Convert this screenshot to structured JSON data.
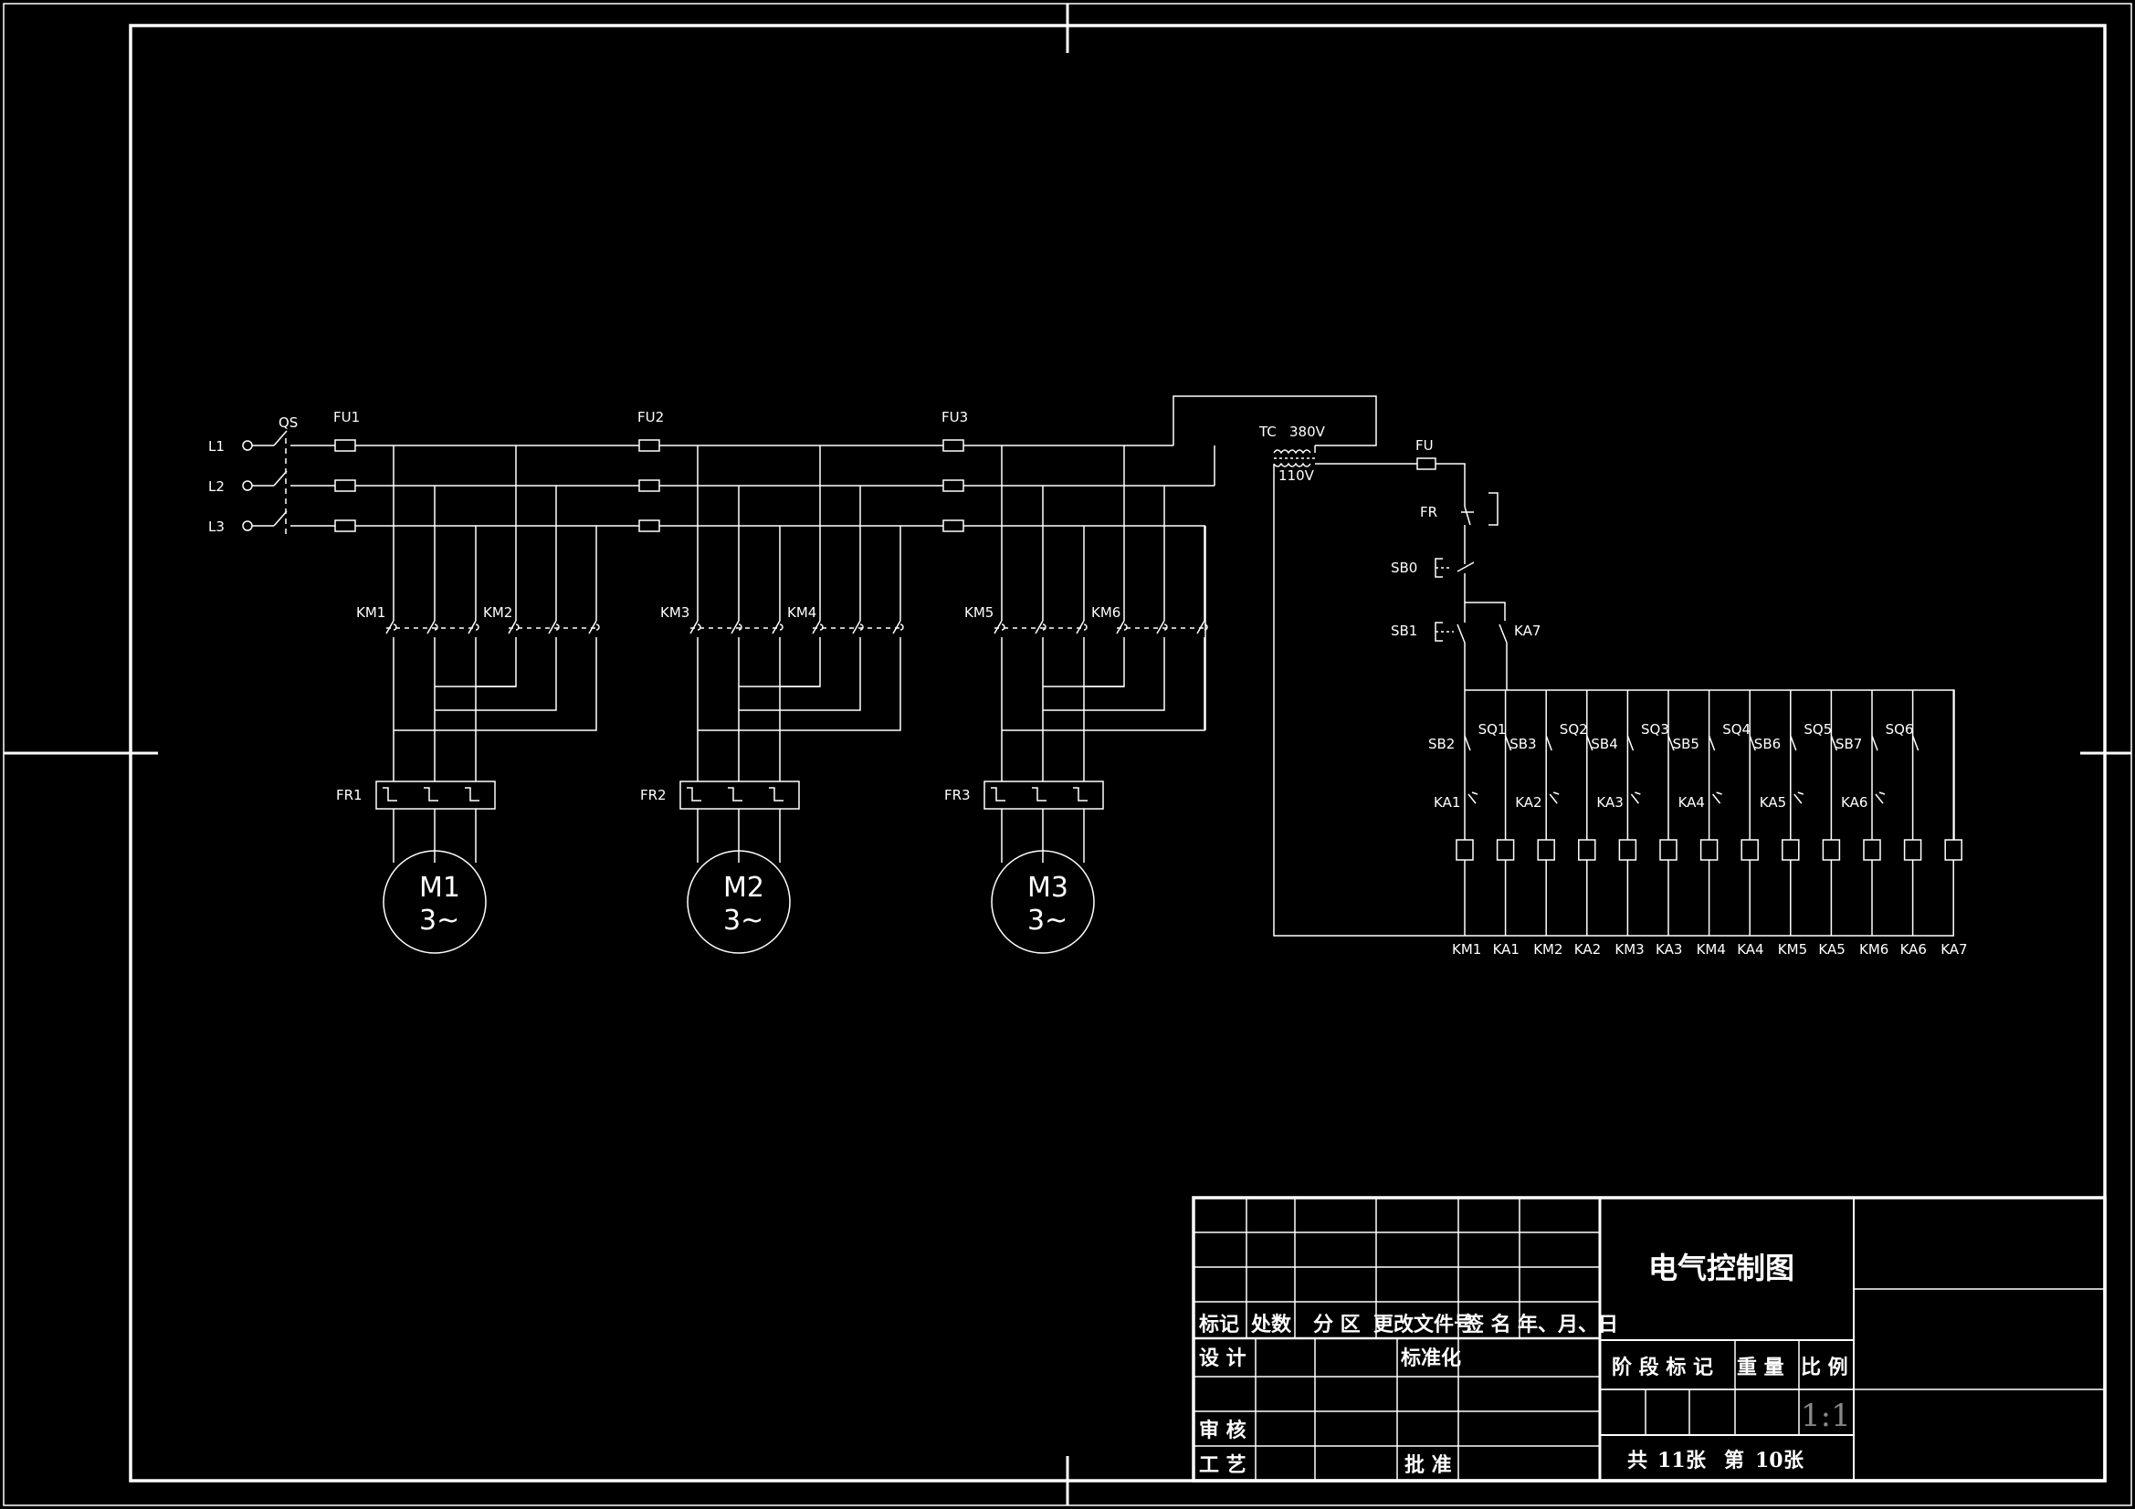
{
  "colors": {
    "background": "#000000",
    "line": "#ffffff"
  },
  "lines": [
    "L1",
    "L2",
    "L3"
  ],
  "main_switch": "QS",
  "fuses": [
    "FU1",
    "FU2",
    "FU3"
  ],
  "motors": [
    {
      "fuse": "FU1",
      "km_forward": "KM1",
      "km_reverse": "KM2",
      "relay": "FR1",
      "name": "M1",
      "phase": "3~"
    },
    {
      "fuse": "FU2",
      "km_forward": "KM3",
      "km_reverse": "KM4",
      "relay": "FR2",
      "name": "M2",
      "phase": "3~"
    },
    {
      "fuse": "FU3",
      "km_forward": "KM5",
      "km_reverse": "KM6",
      "relay": "FR3",
      "name": "M3",
      "phase": "3~"
    }
  ],
  "transformer": {
    "label": "TC",
    "primary": "380V",
    "secondary": "110V"
  },
  "control": {
    "fuse": "FU",
    "overload": "FR",
    "stop": "SB0",
    "start": "SB1",
    "hold": "KA7",
    "buttons": [
      "SB2",
      "SB3",
      "SB4",
      "SB5",
      "SB6",
      "SB7"
    ],
    "limits": [
      "SQ1",
      "SQ2",
      "SQ3",
      "SQ4",
      "SQ5",
      "SQ6"
    ],
    "interlocks": [
      "KA1",
      "KA2",
      "KA3",
      "KA4",
      "KA5",
      "KA6"
    ],
    "coils": [
      "KM1",
      "KA1",
      "KM2",
      "KA2",
      "KM3",
      "KA3",
      "KM4",
      "KA4",
      "KM5",
      "KA5",
      "KM6",
      "KA6",
      "KA7"
    ]
  },
  "title_block": {
    "title": "电气控制图",
    "headers": [
      "标记",
      "处数",
      "分 区",
      "更改文件号",
      "签 名",
      "年、月、日"
    ],
    "design": "设 计",
    "standardization": "标准化",
    "review": "审 核",
    "process": "工 艺",
    "approve": "批 准",
    "stage_mark": "阶 段 标 记",
    "weight": "重 量",
    "scale_label": "比 例",
    "scale": "1:1",
    "total_prefix": "共",
    "total": "11",
    "total_unit": "张",
    "sheet_prefix": "第",
    "sheet": "10",
    "sheet_unit": "张"
  }
}
